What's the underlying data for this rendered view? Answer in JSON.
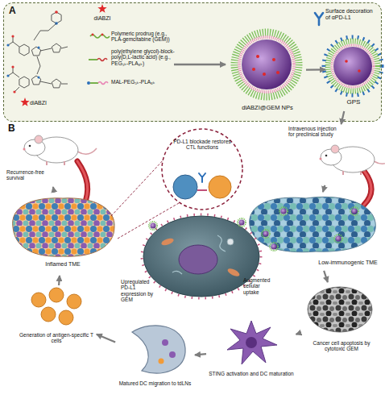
{
  "diagram": {
    "nodes": [
      {
        "text": [
          "A"
        ]
      },
      {
        "text": [
          "diABZI"
        ],
        "in": 0
      },
      {
        "text": [
          "diABZI@GEM NPs"
        ],
        "in": 0
      },
      {
        "text": [
          "GPS"
        ],
        "in": 0
      },
      {
        "text": [
          "B"
        ]
      },
      {
        "text": [
          "Intravenous injection for preclinical study"
        ],
        "in": 4
      },
      {
        "text": [
          "Low-immunogenic TME"
        ],
        "in": 4
      },
      {
        "text": [
          "Cancer cell apoptosis by cytotoxic GEM"
        ],
        "in": 4
      },
      {
        "text": [
          "STING activation and DC maturation"
        ],
        "in": 4
      },
      {
        "text": [
          "Matured DC migration to tdLNs"
        ],
        "in": 4
      },
      {
        "text": [
          "Generation of antigen-specific T cells"
        ],
        "in": 4
      },
      {
        "text": [
          "Inflamed TME"
        ],
        "in": 4
      },
      {
        "text": [
          "Recurrence-free survival"
        ],
        "in": 4
      },
      {
        "text": [
          "Upregulated PD-L1 expression by GEM",
          "Augmented cellular uptake"
        ],
        "in": 4
      },
      {
        "text": [
          "PD-L1 blockade restores CTL functions"
        ],
        "in": 4
      }
    ],
    "edges": [
      {
        "from": 2,
        "to": 3,
        "arrow": "to",
        "label": "Surface decoration of αPD-L1"
      },
      {
        "from": 3,
        "to": 5,
        "arrow": "to"
      },
      {
        "from": 5,
        "to": 6,
        "arrow": "to"
      },
      {
        "from": 6,
        "to": 7,
        "arrow": "to"
      },
      {
        "from": 7,
        "to": 8,
        "arrow": "to"
      },
      {
        "from": 8,
        "to": 9,
        "arrow": "to"
      },
      {
        "from": 9,
        "to": 10,
        "arrow": "to"
      },
      {
        "from": 10,
        "to": 11,
        "arrow": "to"
      },
      {
        "from": 11,
        "to": 12,
        "arrow": "to"
      }
    ],
    "labels": [
      "diABZI",
      "Polymeric prodrug (e.g., PLA-gemcitabine (GEM))",
      "poly(ethylene glycol)-block-poly(D,L-lactic acid) (e.g., PEG₅ₖ-PLA₈ₖ)",
      "MAL-PEG₅ₖ-PLA₈ₖ"
    ]
  }
}
